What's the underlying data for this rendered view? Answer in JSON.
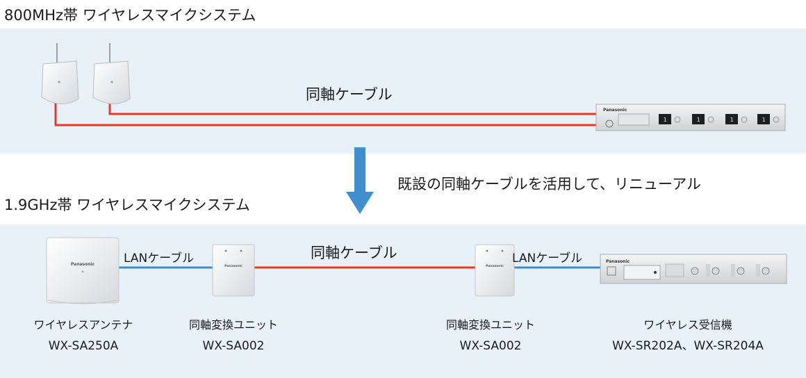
{
  "top_section": {
    "title": "800MHz帯 ワイヤレスマイクシステム",
    "cable_label": "同軸ケーブル",
    "receiver_brand": "Panasonic",
    "receiver_displays": [
      "1",
      "1",
      "1",
      "1"
    ]
  },
  "transition": {
    "message": "既設の同軸ケーブルを活用して、リニューアル"
  },
  "bottom_section": {
    "title": "1.9GHz帯 ワイヤレスマイクシステム",
    "lan_label_left": "LANケーブル",
    "coax_label": "同軸ケーブル",
    "lan_label_right": "LANケーブル",
    "antenna_brand": "Panasonic",
    "converter_brand": "Panasonic",
    "receiver_brand": "Panasonic",
    "devices": [
      {
        "name": "ワイヤレスアンテナ",
        "model": "WX-SA250A"
      },
      {
        "name": "同軸変換ユニット",
        "model": "WX-SA002"
      },
      {
        "name": "同軸変換ユニット",
        "model": "WX-SA002"
      },
      {
        "name": "ワイヤレス受信機",
        "model": "WX-SR202A、WX-SR204A"
      }
    ]
  },
  "colors": {
    "band": "#e8f0f8",
    "coax": "#e8392b",
    "lan": "#3d8fd0",
    "arrow": "#3f8fcf"
  }
}
